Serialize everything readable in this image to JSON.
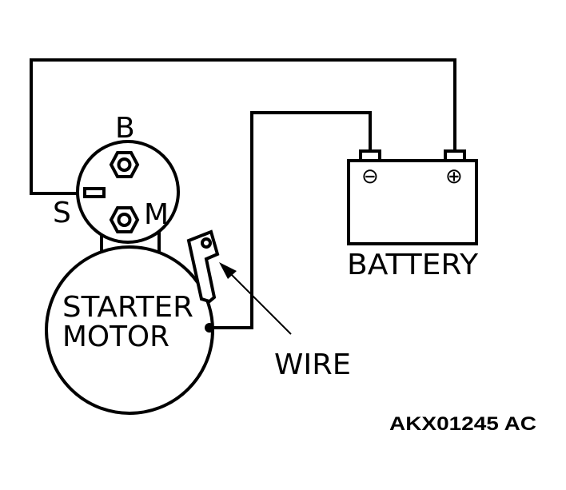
{
  "labels": {
    "terminal_b": "B",
    "terminal_s": "S",
    "terminal_m": "M",
    "starter_line1": "STARTER",
    "starter_line2": "MOTOR",
    "battery": "BATTERY",
    "battery_neg": "⊖",
    "battery_pos": "⊕",
    "wire": "WIRE",
    "figure_code": "AKX01245 AC"
  }
}
